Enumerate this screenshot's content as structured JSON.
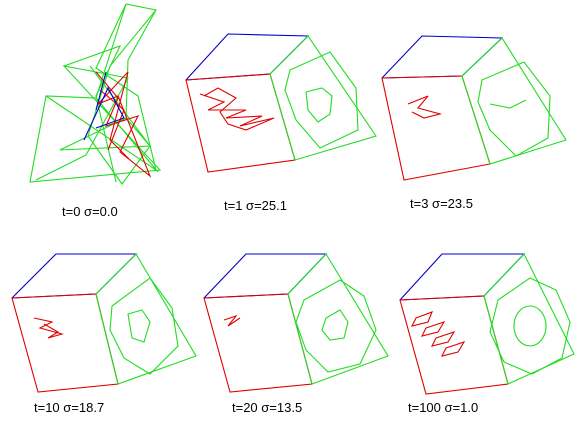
{
  "panels": [
    {
      "caption": "t=0   σ=0.0"
    },
    {
      "caption": "t=1   σ=25.1"
    },
    {
      "caption": "t=3   σ=23.5"
    },
    {
      "caption": "t=10   σ=18.7"
    },
    {
      "caption": "t=20   σ=13.5"
    },
    {
      "caption": "t=100   σ=1.0"
    }
  ],
  "colors": {
    "red": "#e00000",
    "green": "#22dd22",
    "blue": "#0000cc",
    "background": "#ffffff"
  }
}
